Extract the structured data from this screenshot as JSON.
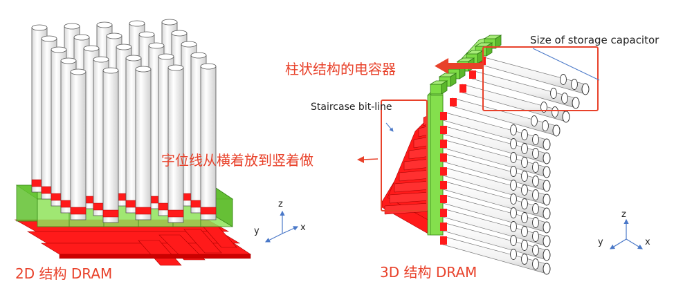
{
  "labels": {
    "caption_2d": "2D 结构 DRAM",
    "caption_3d": "3D 结构 DRAM",
    "capacitor_note": "柱状结构的电容器",
    "wordline_note": "字位线从横着放到竖着做",
    "staircase": "Staircase bit-line",
    "capacitor_size": "Size of storage capacitor"
  },
  "axes_2d": {
    "z": "z",
    "y": "y",
    "x": "x"
  },
  "axes_3d": {
    "z": "z",
    "y": "y",
    "x": "x"
  },
  "colors": {
    "annotation": "#e8412a",
    "wordline": "#ff1a1a",
    "transistor": "#7ddc45",
    "capacitor": "#ffffff",
    "axis": "#4a78c8"
  }
}
